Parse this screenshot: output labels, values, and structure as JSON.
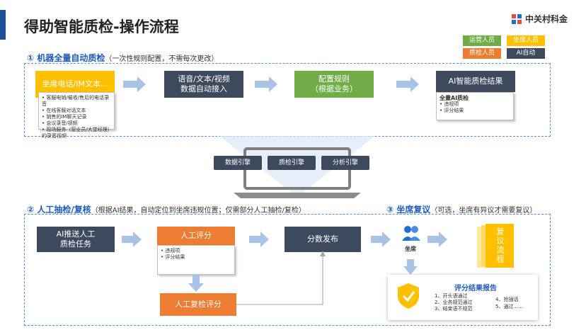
{
  "header": {
    "title": "得助智能质检-操作流程",
    "logo_text": "中关村科金"
  },
  "legend": {
    "ops": "运营人员",
    "agent": "坐席人员",
    "qa": "质检人员",
    "ai": "AI自动",
    "colors": {
      "ops": "#70ad47",
      "agent": "#ffc000",
      "qa": "#ed7d31",
      "ai": "#3d4a5e"
    }
  },
  "section1": {
    "num": "①",
    "title": "机器全量自动质检",
    "note": "（一次性规则配置，不需每次更改）",
    "source_title": "坐席电话/IM文本...",
    "source_items": [
      "客服电销/催收/售后的电话录音",
      "在线客服对话文本",
      "销售的IM聊天记录",
      "会议录音/视频",
      "现场服务（营业员/大堂经理）的录音视频"
    ],
    "ingest": "语音/文本/视频\n数据自动接入",
    "config": "配置规则\n（根据业务）",
    "result_title": "AI智能质检结果",
    "result_heading": "全量AI质检",
    "result_items": [
      "违规项",
      "评分结果"
    ]
  },
  "engines": [
    "数据引擎",
    "质检引擎",
    "分析引擎"
  ],
  "section2": {
    "num": "②",
    "title": "人工抽检/复核",
    "note": "（根据AI结果，自动定位到坐席违规位置；仅需部分人工抽检/复检）",
    "push": "AI推送人工\n质检任务",
    "manual_score": "人工评分",
    "manual_items": [
      "违规项",
      "评分结果"
    ],
    "review": "人工复检评分",
    "publish": "分数发布"
  },
  "section3": {
    "num": "③",
    "title": "坐席复议",
    "note": "（可选，坐席有异议才需要复议）",
    "agent_label": "坐席",
    "flow_label": "复议流程",
    "report_title": "评分结果报告",
    "report_items": [
      "1、开头语通过",
      "2、业务规范通过",
      "3、结束语不规范",
      "4、抢插话",
      "5、通过......"
    ]
  }
}
